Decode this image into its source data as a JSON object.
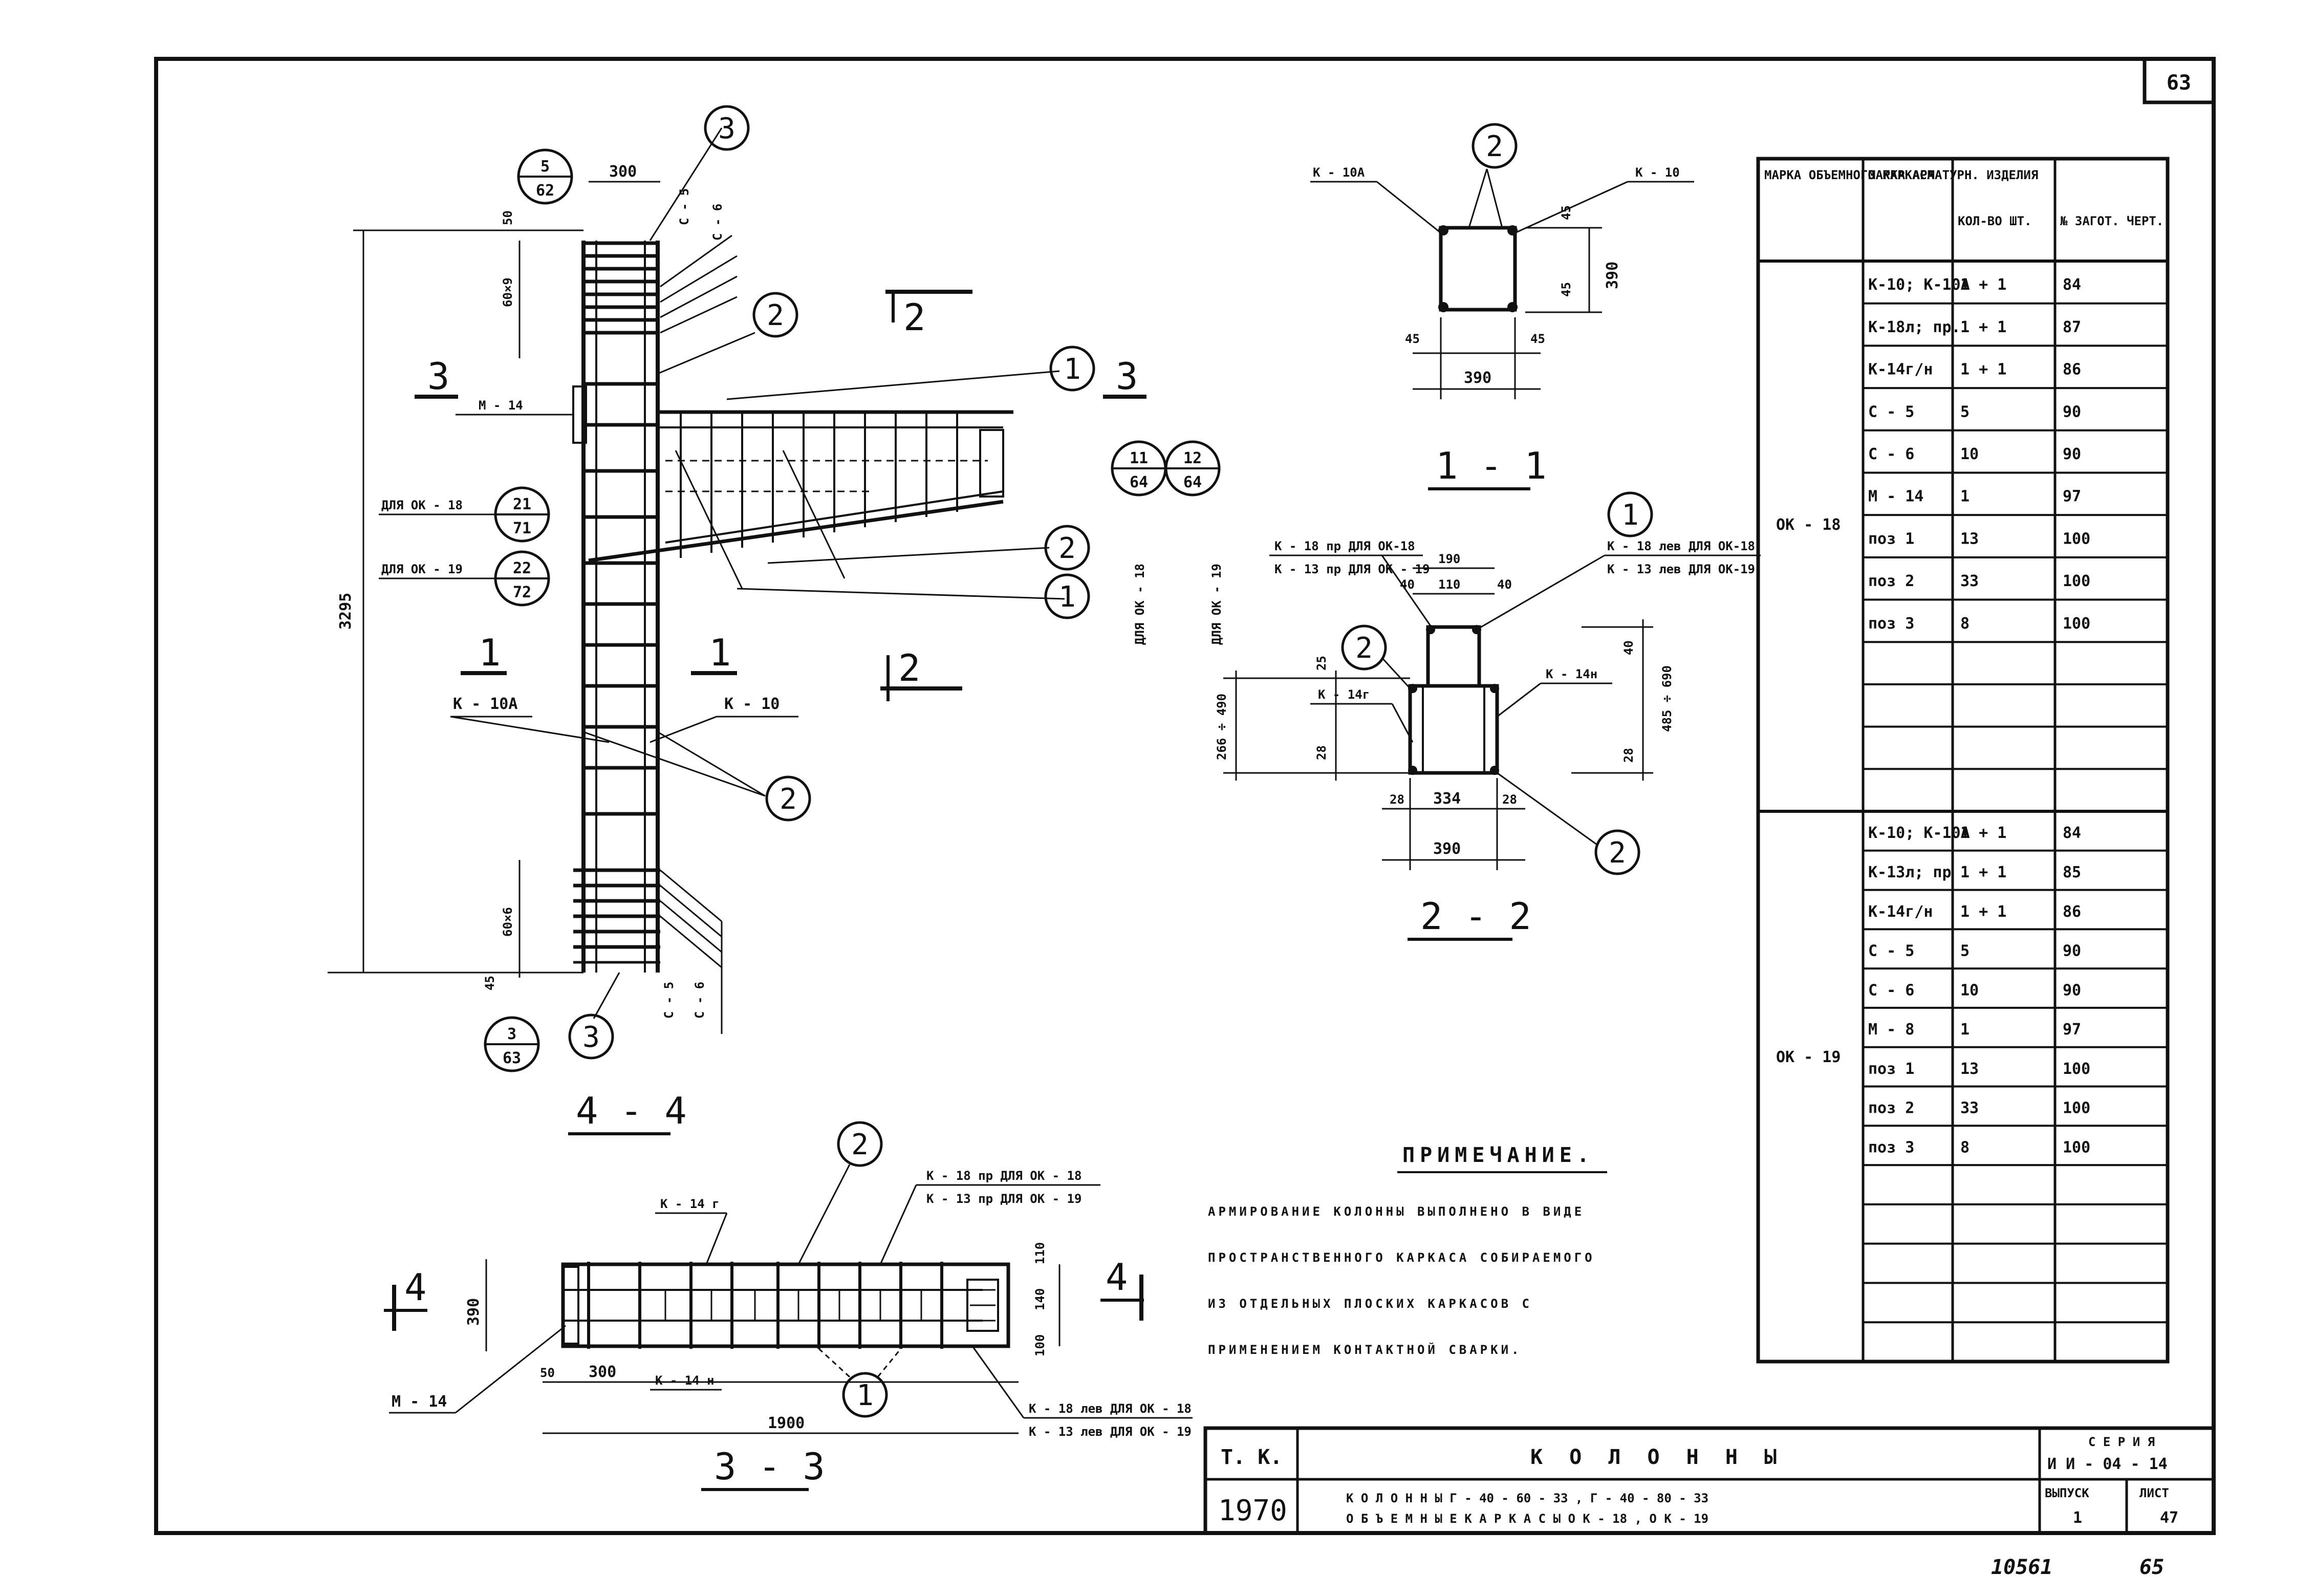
{
  "sheet": {
    "page_number": "63",
    "bottom_stamp_number": "10561",
    "bottom_page_number": "65"
  },
  "drawing_4_4": {
    "section_label": "4 - 4",
    "dims": {
      "total_height": "3295",
      "top_width": "300",
      "top_offset": "50",
      "top_spacing": "60×9",
      "bottom_spacing": "60×6",
      "bottom_offset": "45"
    },
    "labels": {
      "m14": "М - 14",
      "k10a": "К - 10А",
      "k10": "К - 10",
      "c5_top": "С - 5",
      "c6_top": "С - 6",
      "c5_bottom": "С - 5",
      "c6_bottom": "С - 6",
      "for_ok18": "ДЛЯ ОК - 18",
      "for_ok19": "ДЛЯ ОК - 19"
    },
    "cut_marks": {
      "three_left": "3",
      "three_right": "3",
      "one_left": "1",
      "one_right": "1",
      "two_top": "2",
      "two_bottom": "2"
    },
    "callouts": {
      "c1a": "1",
      "c1b": "1",
      "c2a": "2",
      "c2b": "2",
      "c2c": "2",
      "c3a": "3",
      "c3b": "3"
    },
    "refs": [
      {
        "top": "5",
        "bottom": "62"
      },
      {
        "top": "21",
        "bottom": "71"
      },
      {
        "top": "22",
        "bottom": "72"
      },
      {
        "top": "3",
        "bottom": "63"
      },
      {
        "top": "11",
        "bottom": "64"
      },
      {
        "top": "12",
        "bottom": "64"
      }
    ],
    "ref_notes": {
      "for_ok18": "ДЛЯ ОК - 18",
      "for_ok19": "ДЛЯ ОК - 19"
    }
  },
  "section_1_1": {
    "label": "1 - 1",
    "k10a": "К - 10А",
    "k10": "К - 10",
    "callout": "2",
    "dims": {
      "side_height": "390",
      "cover_top": "45",
      "cover_bottom": "45",
      "cover_left": "45",
      "cover_right": "45",
      "width": "390"
    }
  },
  "section_2_2": {
    "label": "2 - 2",
    "notes": [
      "К - 18 пр ДЛЯ ОК-18",
      "К - 13 пр ДЛЯ ОК - 19",
      "К - 18 лев ДЛЯ ОК-18",
      "К - 13 лев ДЛЯ ОК-19"
    ],
    "k14g": "К - 14г",
    "k14n": "К - 14н",
    "callouts": {
      "c1": "1",
      "c2a": "2",
      "c2b": "2"
    },
    "dims": {
      "top_width": "190",
      "inner": "110",
      "left_cover": "40",
      "right_cover": "40",
      "right_height": "485 ÷ 690",
      "right_top": "40",
      "right_bottom": "28",
      "left_height": "266 ÷ 490",
      "left_top": "25",
      "left_bottom": "28",
      "bottom_inner": "334",
      "bottom_left": "28",
      "bottom_right": "28",
      "bottom_total": "390"
    }
  },
  "section_3_3": {
    "label": "3 - 3",
    "k14g": "К - 14 г",
    "k14n": "К - 14 н",
    "m14": "М - 14",
    "notes_top": [
      "К - 18 пр ДЛЯ ОК - 18",
      "К - 13 пр ДЛЯ ОК - 19"
    ],
    "notes_bottom": [
      "К - 18 лев ДЛЯ ОК - 18",
      "К - 13 лев ДЛЯ ОК - 19"
    ],
    "callouts": {
      "c1": "1",
      "c2": "2"
    },
    "cut_marks": {
      "left": "4",
      "right": "4"
    },
    "dims": {
      "height": "390",
      "start": "50",
      "first": "300",
      "total": "1900",
      "r1": "110",
      "r2": "140",
      "r3": "100"
    }
  },
  "note": {
    "title": "ПРИМЕЧАНИЕ.",
    "lines": [
      "АРМИРОВАНИЕ КОЛОННЫ ВЫПОЛНЕНО В ВИДЕ",
      "ПРОСТРАНСТВЕННОГО КАРКАСА СОБИРАЕМОГО",
      "ИЗ ОТДЕЛЬНЫХ ПЛОСКИХ КАРКАСОВ  С",
      "ПРИМЕНЕНИЕМ КОНТАКТНОЙ СВАРКИ."
    ]
  },
  "spec_table": {
    "headers": [
      "МАРКА ОБЪЕМНОГО КАРКАСА",
      "МАРКА АРМАТУРН. ИЗДЕЛИЯ",
      "КОЛ-ВО ШТ.",
      "№ ЗАГОТ. ЧЕРТ."
    ],
    "groups": [
      {
        "mark": "ОК - 18",
        "rows": [
          [
            "К-10; К-10А",
            "1 + 1",
            "84"
          ],
          [
            "К-18л; пр.",
            "1 + 1",
            "87"
          ],
          [
            "К-14г/н",
            "1 + 1",
            "86"
          ],
          [
            "С - 5",
            "5",
            "90"
          ],
          [
            "С - 6",
            "10",
            "90"
          ],
          [
            "М - 14",
            "1",
            "97"
          ],
          [
            "поз 1",
            "13",
            "100"
          ],
          [
            "поз 2",
            "33",
            "100"
          ],
          [
            "поз 3",
            "8",
            "100"
          ],
          [
            "",
            "",
            ""
          ],
          [
            "",
            "",
            ""
          ],
          [
            "",
            "",
            ""
          ],
          [
            "",
            "",
            ""
          ]
        ]
      },
      {
        "mark": "ОК - 19",
        "rows": [
          [
            "К-10; К-10А",
            "1 + 1",
            "84"
          ],
          [
            "К-13л; пр",
            "1 + 1",
            "85"
          ],
          [
            "К-14г/н",
            "1 + 1",
            "86"
          ],
          [
            "С - 5",
            "5",
            "90"
          ],
          [
            "С - 6",
            "10",
            "90"
          ],
          [
            "М - 8",
            "1",
            "97"
          ],
          [
            "поз 1",
            "13",
            "100"
          ],
          [
            "поз 2",
            "33",
            "100"
          ],
          [
            "поз 3",
            "8",
            "100"
          ],
          [
            "",
            "",
            ""
          ],
          [
            "",
            "",
            ""
          ],
          [
            "",
            "",
            ""
          ],
          [
            "",
            "",
            ""
          ],
          [
            "",
            "",
            ""
          ]
        ]
      }
    ]
  },
  "title_block": {
    "tk": "Т. К.",
    "year": "1970",
    "title": "К О Л О Н Н Ы",
    "subtitle_1": "К О Л О Н Н Ы   Г - 40 - 60 - 33 ,  Г - 40 - 80 - 33",
    "subtitle_2": "О Б Ъ Е М Н Ы Е      К А Р К А С Ы    О К - 18 ,  О К - 19",
    "series_label": "С Е Р И Я",
    "series_value": "И И - 04 - 14",
    "issue_label": "ВЫПУСК",
    "issue_value": "1",
    "sheet_label": "ЛИСТ",
    "sheet_value": "47"
  }
}
